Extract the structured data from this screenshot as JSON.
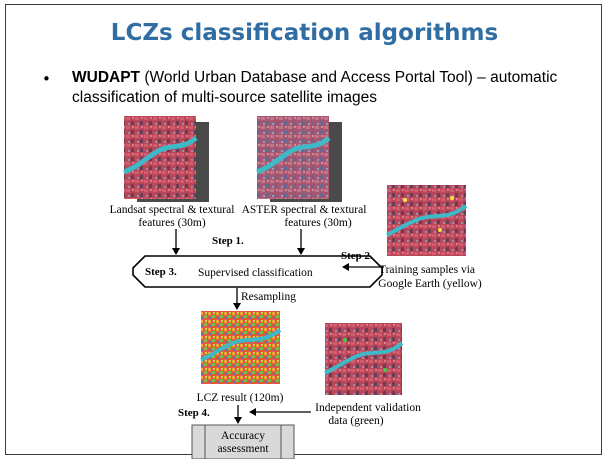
{
  "slide": {
    "title": "LCZs classification algorithms",
    "bullet": {
      "marker": "•",
      "bold": "WUDAPT",
      "text": " (World Urban Database and Access Portal Tool) – automatic classification of multi-source satellite images"
    }
  },
  "diagram": {
    "landsat_caption": [
      "Landsat spectral & textural",
      "features (30m)"
    ],
    "aster_caption": [
      "ASTER spectral & textural",
      "features (30m)"
    ],
    "training_caption": [
      "Training samples via",
      "Google Earth (yellow)"
    ],
    "step1": "Step 1.",
    "step2": "Step 2.",
    "step3": "Step 3.",
    "supervised": "Supervised classification",
    "resampling": "Resampling",
    "lcz_caption": "LCZ result (120m)",
    "validation_caption": [
      "Independent validation",
      "data (green)"
    ],
    "step4": "Step 4.",
    "accuracy": [
      "Accuracy",
      "assessment"
    ]
  },
  "colors": {
    "title": "#2f6da3",
    "satellite_red": "#b8475a",
    "river": "#3fb8c8"
  }
}
